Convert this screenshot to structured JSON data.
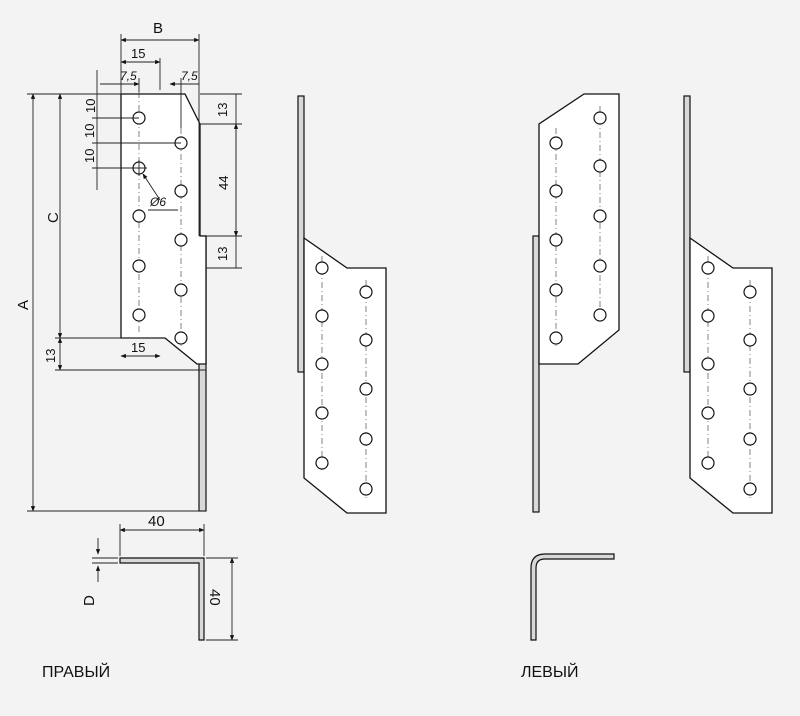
{
  "dimensions": {
    "A": "A",
    "B": "B",
    "C": "C",
    "D": "D",
    "width_15": "15",
    "edge_7_5": "7,5",
    "spacing_10": "10",
    "spacing_13": "13",
    "spacing_44": "44",
    "hole_diameter": "Ø6",
    "leg_40": "40"
  },
  "captions": {
    "right": "ПРАВЫЙ",
    "left": "ЛЕВЫЙ"
  }
}
